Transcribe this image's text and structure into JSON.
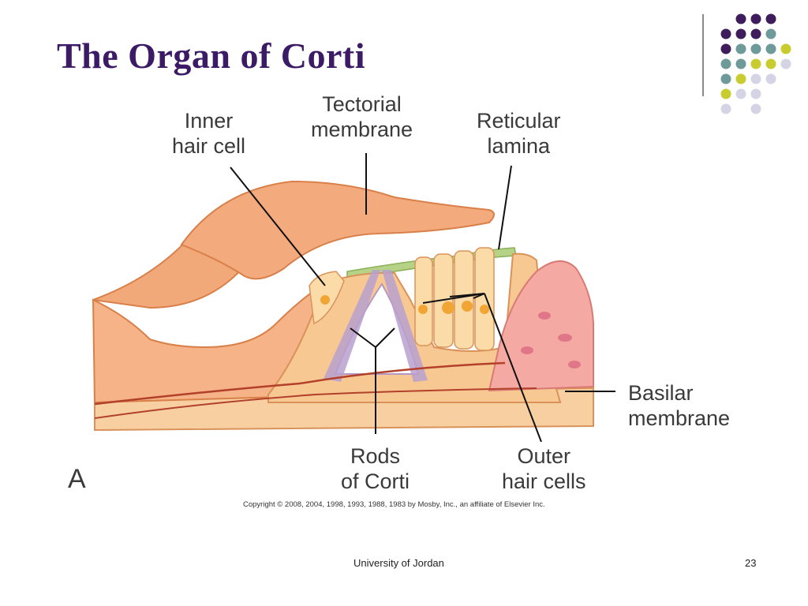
{
  "slide": {
    "title": "The Organ of Corti",
    "footer": "University of Jordan",
    "page_number": "23"
  },
  "theme": {
    "title_color": "#3b1a66",
    "dot_colors": [
      "#3f1d5c",
      "#6e9a9a",
      "#c8cc2e",
      "#d4d4e4"
    ]
  },
  "diagram": {
    "labels": {
      "inner_hair_cell": [
        "Inner",
        "hair cell"
      ],
      "tectorial_membrane": [
        "Tectorial",
        "membrane"
      ],
      "reticular_lamina": [
        "Reticular",
        "lamina"
      ],
      "basilar_membrane": [
        "Basilar",
        "membrane"
      ],
      "rods_of_corti": [
        "Rods",
        "of Corti"
      ],
      "outer_hair_cells": [
        "Outer",
        "hair cells"
      ]
    },
    "panel_letter": "A",
    "copyright": "Copyright © 2008, 2004, 1998, 1993, 1988, 1983 by Mosby, Inc., an affiliate of Elsevier Inc."
  }
}
